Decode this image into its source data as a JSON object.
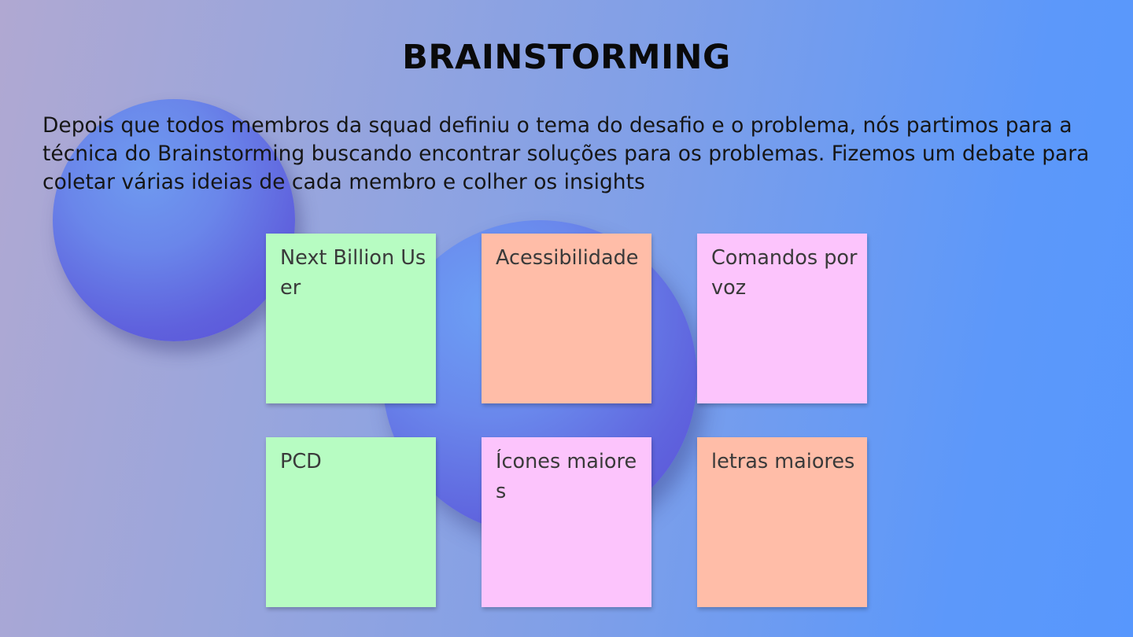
{
  "slide": {
    "title": "BRAINSTORMING",
    "intro": "Depois que todos membros da squad definiu o tema do desafio e o problema, nós partimos para a técnica  do Brainstorming buscando encontrar soluções para os problemas. Fizemos um debate para coletar várias ideias de cada membro e colher os insights"
  },
  "notes": [
    {
      "text": "Next Billion User",
      "color": "#b7fcc2"
    },
    {
      "text": "Acessibilidade",
      "color": "#ffbda8"
    },
    {
      "text": "Comandos por voz",
      "color": "#fcc4fc"
    },
    {
      "text": "PCD",
      "color": "#b7fcc2"
    },
    {
      "text": "Ícones maiores",
      "color": "#fcc4fc"
    },
    {
      "text": "letras maiores",
      "color": "#ffbda8"
    }
  ]
}
